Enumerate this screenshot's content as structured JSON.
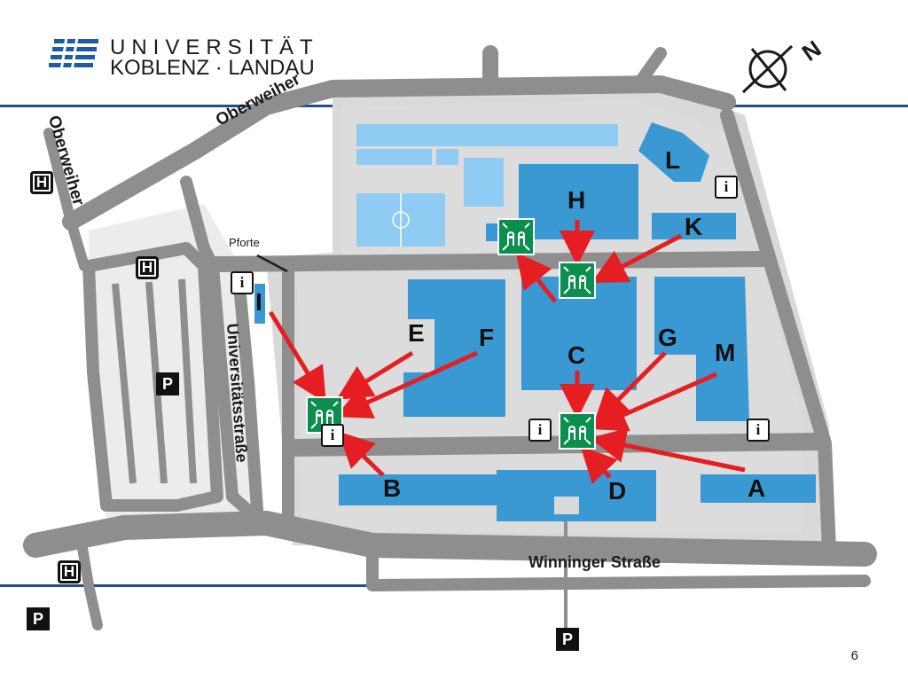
{
  "slide": {
    "university_line1": "UNIVERSITÄT",
    "university_line2": "KOBLENZ · LANDAU",
    "page_number": "6"
  },
  "streets": {
    "oberweiher_top": "Oberweiher",
    "oberweiher_left": "Oberweiher",
    "universitaetsstrasse": "Universitätsstraße",
    "winninger": "Winninger Straße"
  },
  "gate_label": "Pforte",
  "buildings": [
    "A",
    "B",
    "C",
    "D",
    "E",
    "F",
    "G",
    "H",
    "I",
    "K",
    "L",
    "M"
  ],
  "symbols": {
    "bus_stop": "H",
    "parking": "P",
    "info": "i",
    "compass": "N"
  },
  "colors": {
    "building": "#3a98d2",
    "building_light": "#8fcbf2",
    "campus_area": "#d9d9d9",
    "road": "#8e8e8e",
    "assembly_point": "#0a8f4e",
    "arrow": "#e51e22",
    "rule": "#1f4f86"
  }
}
